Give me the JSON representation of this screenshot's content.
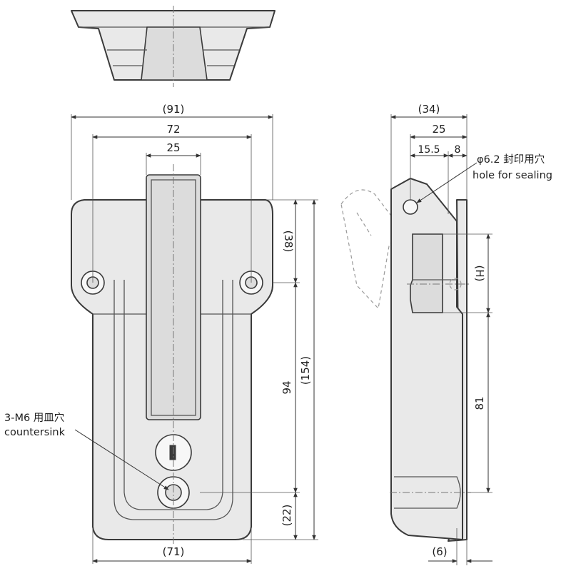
{
  "front_view": {
    "width_overall": "(91)",
    "hole_pitch": "72",
    "handle_width": "25",
    "height_overall": "(154)",
    "height_94": "94",
    "top_section": "(38)",
    "bottom_offset": "(22)",
    "base_width": "(71)"
  },
  "side_view": {
    "depth_overall": "(34)",
    "depth_25": "25",
    "depth_15_5": "15.5",
    "depth_8": "8",
    "stroke_h": "(H)",
    "stroke_81": "81",
    "plate_thickness": "(6)"
  },
  "annotations": {
    "countersink_jp": "3-M6 用皿穴",
    "countersink_en": "countersink",
    "sealing_jp": "φ6.2 封印用穴",
    "sealing_en": "hole for sealing"
  }
}
